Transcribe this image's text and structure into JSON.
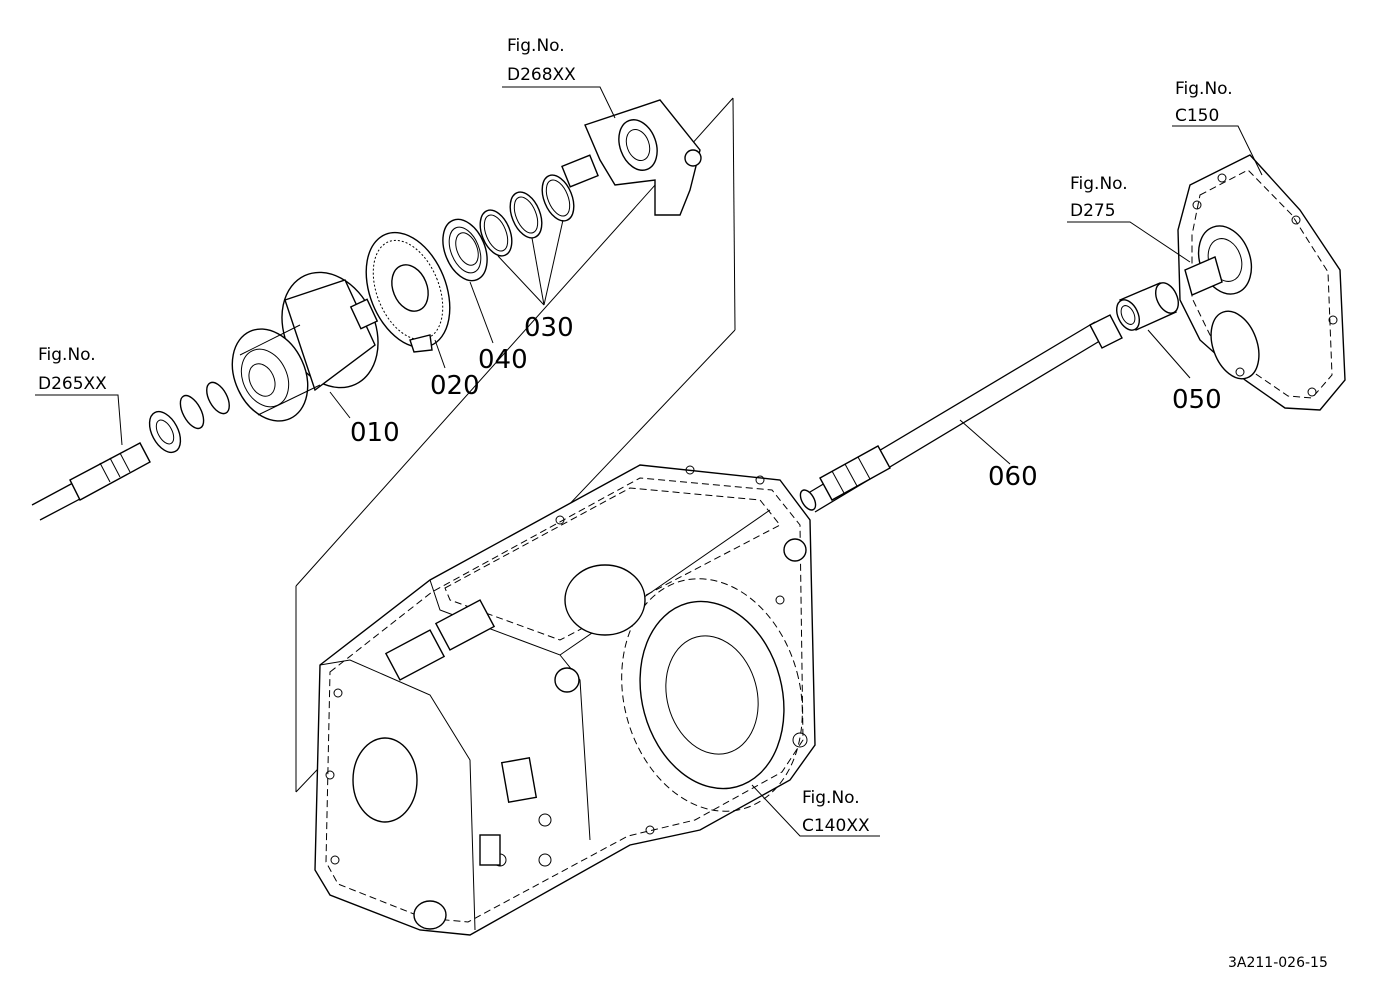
{
  "figure_refs": {
    "d268": {
      "line1": "Fig.No.",
      "line2": "D268XX"
    },
    "c150": {
      "line1": "Fig.No.",
      "line2": "C150"
    },
    "d275": {
      "line1": "Fig.No.",
      "line2": "D275"
    },
    "d265": {
      "line1": "Fig.No.",
      "line2": "D265XX"
    },
    "c140": {
      "line1": "Fig.No.",
      "line2": "C140XX"
    }
  },
  "parts": {
    "p010": "010",
    "p020": "020",
    "p030": "030",
    "p040": "040",
    "p050": "050",
    "p060": "060"
  },
  "footer_code": "3A211-026-15"
}
